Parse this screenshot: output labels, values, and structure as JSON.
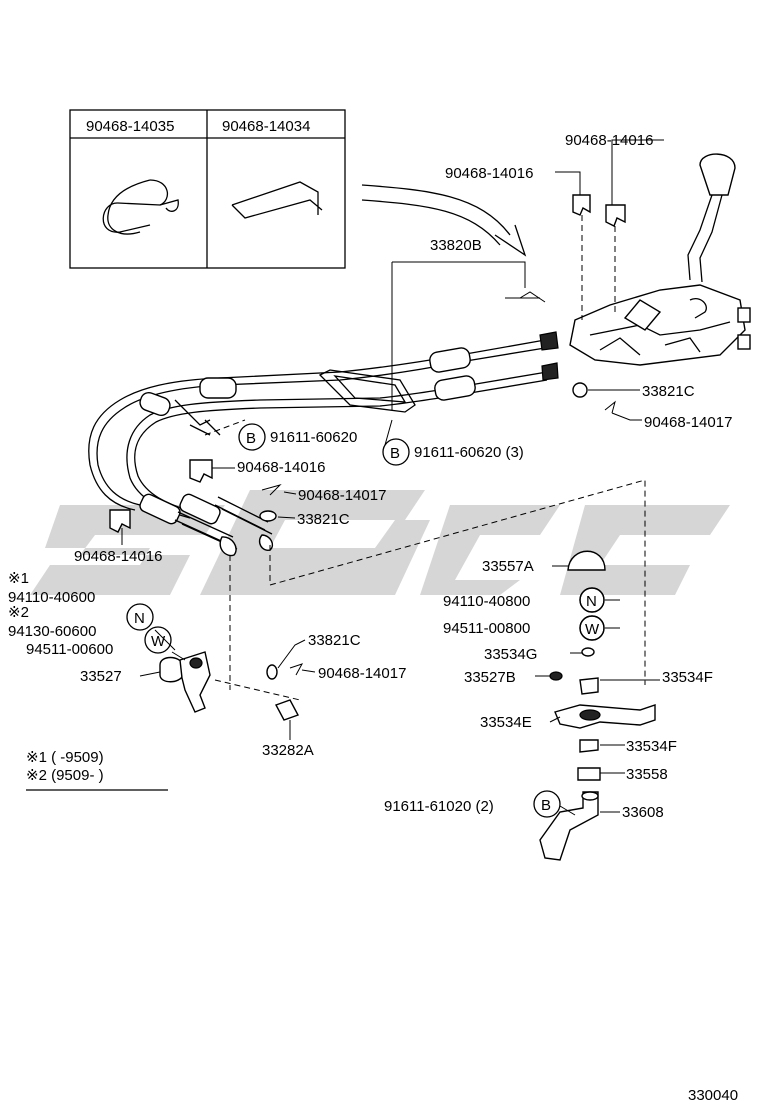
{
  "diagram_id": "330040",
  "clip_box": {
    "left_part": "90468-14035",
    "right_part": "90468-14034"
  },
  "footnote": {
    "line1": "※1 (         -9509)",
    "line2": "※2 (9509-          )"
  },
  "labels": {
    "l_33820b": "33820B",
    "l_clip_top_right": "90468-14016",
    "l_clip_top_mid": "90468-14016",
    "l_33821c_top": "33821C",
    "l_14017_right": "90468-14017",
    "l_60620": "91611-60620",
    "l_60620_3": "91611-60620 (3)",
    "l_14016_mid": "90468-14016",
    "l_14017_mid": "90468-14017",
    "l_33821c_mid": "33821C",
    "l_14016_left": "90468-14016",
    "l_mark1": "※1",
    "l_40600": "94110-40600",
    "l_mark2": "※2",
    "l_60600": "94130-60600",
    "l_00600": "94511-00600",
    "l_33527": "33527",
    "l_33821c_low": "33821C",
    "l_14017_low": "90468-14017",
    "l_33282a": "33282A",
    "l_33557a": "33557A",
    "l_40800": "94110-40800",
    "l_00800": "94511-00800",
    "l_33534g": "33534G",
    "l_33527b": "33527B",
    "l_33534f_a": "33534F",
    "l_33534e": "33534E",
    "l_33534f_b": "33534F",
    "l_33558": "33558",
    "l_61020": "91611-61020 (2)",
    "l_33608": "33608"
  },
  "symbols": {
    "b1": "B",
    "b2": "B",
    "b3": "B",
    "n1": "N",
    "n2": "N",
    "w1": "W",
    "w2": "W"
  }
}
